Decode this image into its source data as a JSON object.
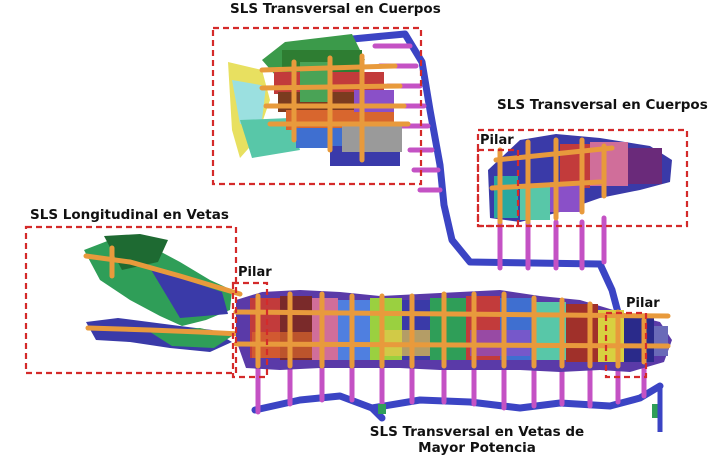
{
  "labels": {
    "transversal_cuerpos_top": "SLS Transversal en Cuerpos",
    "transversal_cuerpos_right": "SLS Transversal en Cuerpos",
    "longitudinal_vetas": "SLS Longitudinal en Vetas",
    "transversal_vetas_line1": "SLS Transversal en Vetas de",
    "transversal_vetas_line2": "Mayor Potencia",
    "pilar_1": "Pilar",
    "pilar_2": "Pilar",
    "pilar_3": "Pilar"
  },
  "colors": {
    "frame": "#d42a2a",
    "ramp": "#3b44c4",
    "access": "#c452c4",
    "stope_orange": "#e89a3c"
  }
}
